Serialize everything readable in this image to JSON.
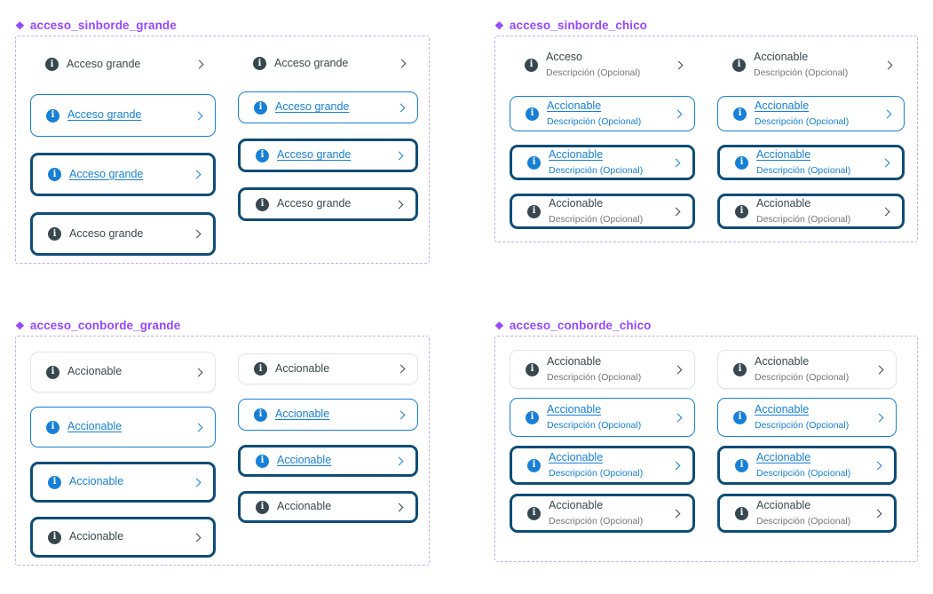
{
  "colors": {
    "component_purple": "#9747ff",
    "dashed_border_purple": "#c6aaf2",
    "link_blue": "#1780d6",
    "focus_navy": "#0e4d77",
    "text_dark": "#37474f",
    "text_gray": "#6e777c",
    "card_border_light": "#e1e5e9",
    "background": "#ffffff"
  },
  "icons": {
    "component_set_glyph": "❖",
    "info_glyph": "i",
    "chevron_name": "chevron-right-icon"
  },
  "groups": [
    {
      "title": "acceso_sinborde_grande",
      "columns": [
        {
          "items": [
            {
              "label": "Acceso grande",
              "border": "none",
              "state": "default"
            },
            {
              "label": "Acceso grande",
              "border": "blue",
              "state": "link"
            },
            {
              "label": "Acceso grande",
              "border": "navy",
              "state": "link"
            },
            {
              "label": "Acceso grande",
              "border": "navy",
              "state": "default"
            }
          ]
        },
        {
          "items": [
            {
              "label": "Acceso grande",
              "border": "none",
              "state": "default"
            },
            {
              "label": "Acceso grande",
              "border": "blue",
              "state": "link"
            },
            {
              "label": "Acceso grande",
              "border": "navy",
              "state": "link"
            },
            {
              "label": "Acceso grande",
              "border": "navy",
              "state": "default"
            }
          ]
        }
      ]
    },
    {
      "title": "acceso_sinborde_chico",
      "columns": [
        {
          "items": [
            {
              "label": "Acceso",
              "description": "Descripción (Opcional)",
              "border": "none",
              "state": "default"
            },
            {
              "label": "Accionable",
              "description": "Descripción (Opcional)",
              "border": "blue",
              "state": "link"
            },
            {
              "label": "Accionable",
              "description": "Descripción (Opcional)",
              "border": "navy",
              "state": "link"
            },
            {
              "label": "Accionable",
              "description": "Descripción (Opcional)",
              "border": "navy",
              "state": "default"
            }
          ]
        },
        {
          "items": [
            {
              "label": "Accionable",
              "description": "Descripción (Opcional)",
              "border": "none",
              "state": "default"
            },
            {
              "label": "Accionable",
              "description": "Descripción (Opcional)",
              "border": "blue",
              "state": "link"
            },
            {
              "label": "Accionable",
              "description": "Descripción (Opcional)",
              "border": "navy",
              "state": "link"
            },
            {
              "label": "Accionable",
              "description": "Descripción (Opcional)",
              "border": "navy",
              "state": "default"
            }
          ]
        }
      ]
    },
    {
      "title": "acceso_conborde_grande",
      "columns": [
        {
          "items": [
            {
              "label": "Accionable",
              "border": "light",
              "state": "default"
            },
            {
              "label": "Accionable",
              "border": "blue",
              "state": "link"
            },
            {
              "label": "Accionable",
              "border": "navy",
              "state": "linkplain"
            },
            {
              "label": "Accionable",
              "border": "navy",
              "state": "default"
            }
          ]
        },
        {
          "items": [
            {
              "label": "Accionable",
              "border": "light",
              "state": "default"
            },
            {
              "label": "Accionable",
              "border": "blue",
              "state": "link"
            },
            {
              "label": "Accionable",
              "border": "navy",
              "state": "link"
            },
            {
              "label": "Accionable",
              "border": "navy",
              "state": "default"
            }
          ]
        }
      ]
    },
    {
      "title": "acceso_conborde_chico",
      "columns": [
        {
          "items": [
            {
              "label": "Accionable",
              "description": "Descripción (Opcional)",
              "border": "light",
              "state": "default"
            },
            {
              "label": "Accionable",
              "description": "Descripción (Opcional)",
              "border": "blue",
              "state": "link"
            },
            {
              "label": "Accionable",
              "description": "Descripción (Opcional)",
              "border": "navy",
              "state": "link"
            },
            {
              "label": "Accionable",
              "description": "Descripción (Opcional)",
              "border": "navy",
              "state": "default"
            }
          ]
        },
        {
          "items": [
            {
              "label": "Accionable",
              "description": "Descripción (Opcional)",
              "border": "light",
              "state": "default"
            },
            {
              "label": "Accionable",
              "description": "Descripción (Opcional)",
              "border": "blue",
              "state": "link"
            },
            {
              "label": "Accionable",
              "description": "Descripción (Opcional)",
              "border": "navy",
              "state": "link"
            },
            {
              "label": "Accionable",
              "description": "Descripción (Opcional)",
              "border": "navy",
              "state": "default"
            }
          ]
        }
      ]
    }
  ]
}
